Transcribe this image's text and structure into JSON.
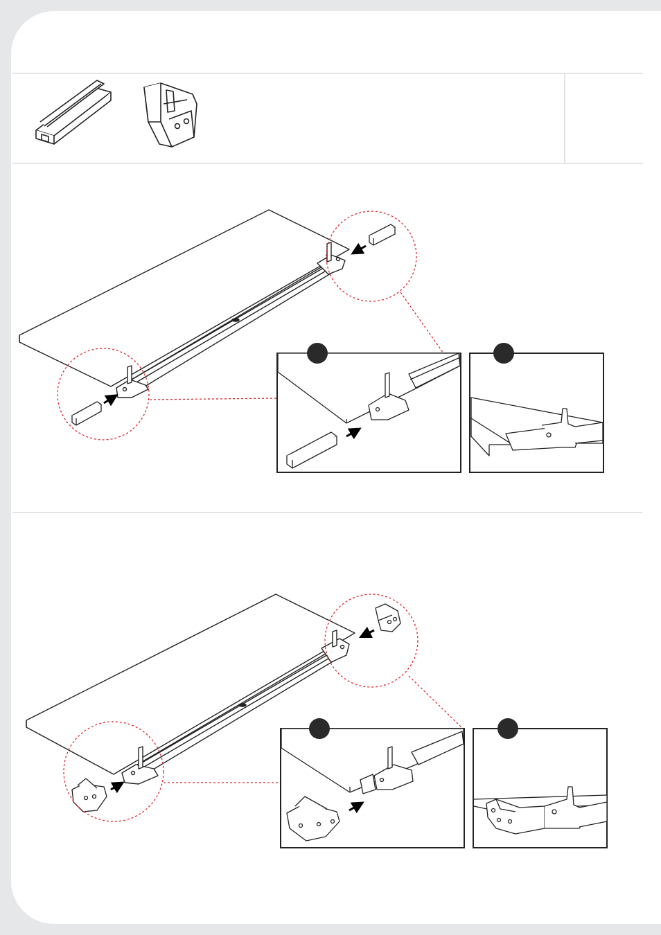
{
  "page": {
    "background_color": "#e6e7e8",
    "sheet_color": "#ffffff",
    "divider_color": "#e3e4e5",
    "detail_circle_color": "#e0262b"
  },
  "parts": [
    {
      "name": "straight-connector",
      "icon": "straight-connector-icon"
    },
    {
      "name": "corner-connector",
      "icon": "corner-connector-icon"
    }
  ],
  "steps": [
    {
      "name": "attach-straight-connectors",
      "panels": [
        "detail-a",
        "detail-b"
      ]
    },
    {
      "name": "attach-corner-connectors",
      "panels": [
        "detail-a",
        "detail-b"
      ]
    }
  ]
}
